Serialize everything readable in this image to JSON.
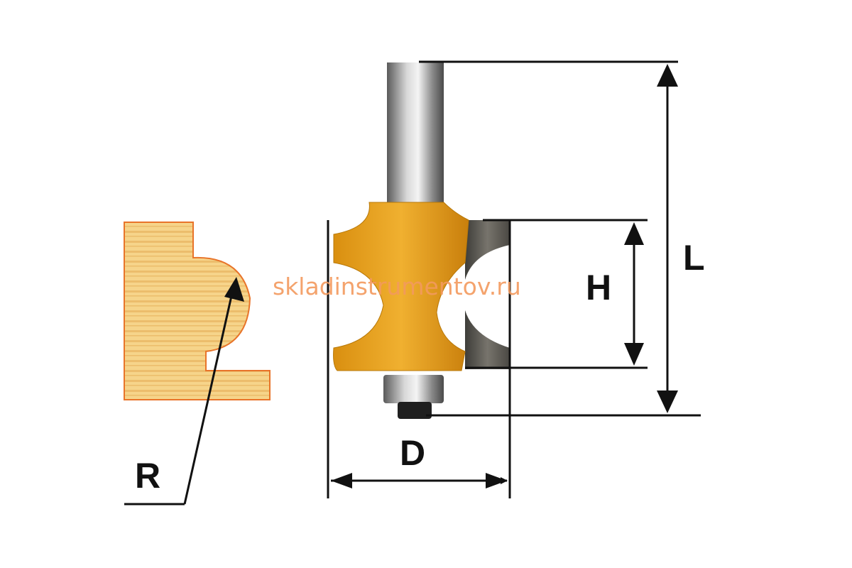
{
  "labels": {
    "radius": "R",
    "diameter": "D",
    "height": "H",
    "length": "L"
  },
  "watermark": "skladinstrumentov.ru",
  "colors": {
    "wood": "#f5cf7e",
    "wood_outline": "#e8742a",
    "bit_body": "#e8a31a",
    "blade": "#55534d",
    "shank": "#9a9a9a",
    "watermark": "#f39a5e"
  }
}
